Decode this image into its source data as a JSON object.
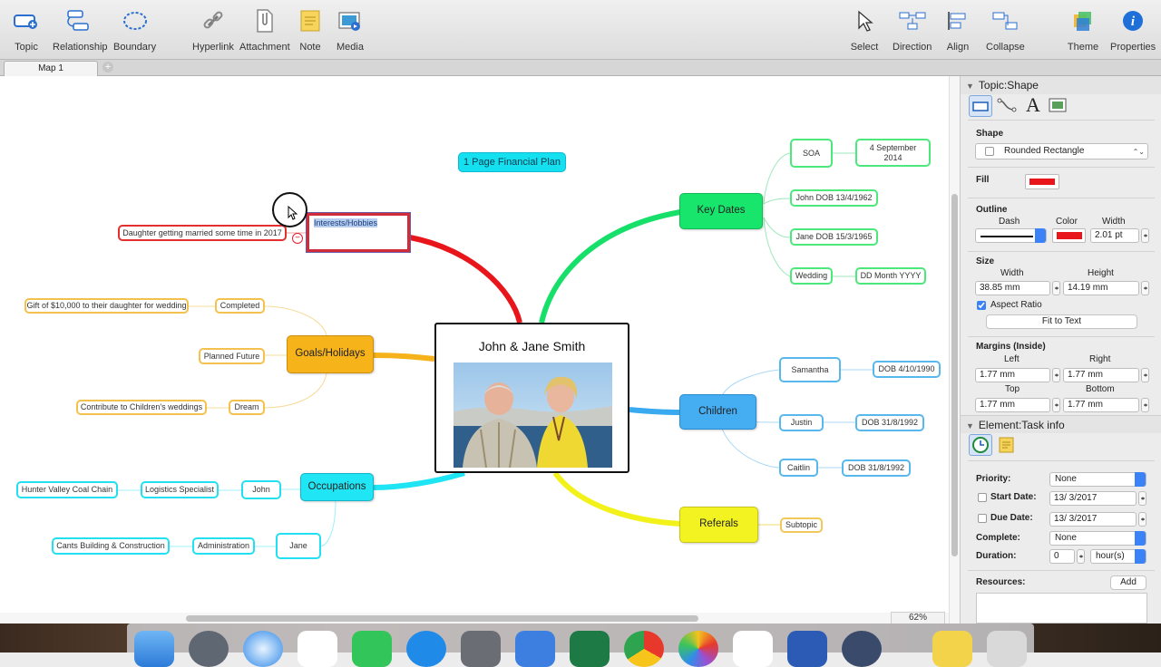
{
  "toolbar": {
    "left": [
      {
        "label": "Topic",
        "icon": "topic-icon"
      },
      {
        "label": "Relationship",
        "icon": "relationship-icon"
      },
      {
        "label": "Boundary",
        "icon": "boundary-icon"
      },
      {
        "label": "Hyperlink",
        "icon": "hyperlink-icon"
      },
      {
        "label": "Attachment",
        "icon": "attachment-icon"
      },
      {
        "label": "Note",
        "icon": "note-icon"
      },
      {
        "label": "Media",
        "icon": "media-icon"
      }
    ],
    "right": [
      {
        "label": "Select",
        "icon": "select-icon"
      },
      {
        "label": "Direction",
        "icon": "direction-icon"
      },
      {
        "label": "Align",
        "icon": "align-icon"
      },
      {
        "label": "Collapse",
        "icon": "collapse-icon"
      },
      {
        "label": "Theme",
        "icon": "theme-icon"
      },
      {
        "label": "Properties",
        "icon": "properties-icon"
      }
    ]
  },
  "tabs": [
    {
      "label": "Map 1",
      "active": true
    }
  ],
  "map": {
    "central": {
      "title": "John & Jane Smith",
      "image": "photo of couple by the sea"
    },
    "floating_topic": "1 Page Financial Plan",
    "selected_topic": "Interests/Hobbies",
    "main_topics": {
      "key_dates": "Key Dates",
      "children": "Children",
      "referals": "Referals",
      "goals": "Goals/Holidays",
      "occupations": "Occupations"
    },
    "subtopics": {
      "soa": "SOA",
      "soa_date": "4 September 2014",
      "john_dob": "John DOB  13/4/1962",
      "jane_dob": "Jane DOB  15/3/1965",
      "wedding": "Wedding",
      "wedding_date": "DD Month YYYY",
      "samantha": "Samantha",
      "samantha_dob": "DOB  4/10/1990",
      "justin": "Justin",
      "justin_dob": "DOB  31/8/1992",
      "caitlin": "Caitlin",
      "caitlin_dob": "DOB  31/8/1992",
      "referal_sub": "Subtopic",
      "completed": "Completed",
      "gift": "Gift of $10,000 to their daughter for wedding",
      "planned_future": "Planned Future",
      "dream": "Dream",
      "contribute": "Contribute to Children's weddings",
      "john": "John",
      "logistics": "Logistics Specialist",
      "hunter": "Hunter Valley Coal Chain",
      "jane": "Jane",
      "admin": "Administration",
      "cants": "Cants Building & Construction",
      "daughter": "Daughter getting married some time in 2017"
    }
  },
  "zoom": "62%",
  "panel": {
    "shape_header": "Topic:Shape",
    "shape_label": "Shape",
    "shape_value": "Rounded Rectangle",
    "fill_label": "Fill",
    "outline_label": "Outline",
    "dash_label": "Dash",
    "color_label": "Color",
    "width_label": "Width",
    "outline_width": "2.01 pt",
    "size_label": "Size",
    "size_width_label": "Width",
    "size_height_label": "Height",
    "size_width": "38.85 mm",
    "size_height": "14.19 mm",
    "aspect_label": "Aspect Ratio",
    "fit_label": "Fit to Text",
    "margins_label": "Margins (Inside)",
    "left_label": "Left",
    "right_label": "Right",
    "top_label": "Top",
    "bottom_label": "Bottom",
    "margin_left": "1.77 mm",
    "margin_right": "1.77 mm",
    "margin_top": "1.77 mm",
    "margin_bottom": "1.77 mm",
    "task_header": "Element:Task info",
    "priority_label": "Priority:",
    "priority_value": "None",
    "start_label": "Start Date:",
    "start_value": "13/  3/2017",
    "due_label": "Due Date:",
    "due_value": "13/  3/2017",
    "complete_label": "Complete:",
    "complete_value": "None",
    "duration_label": "Duration:",
    "duration_value": "0",
    "duration_unit": "hour(s)",
    "resources_label": "Resources:",
    "add_label": "Add"
  },
  "colors": {
    "fill": "#e8161a",
    "outline": "#e8161a",
    "branch_key_dates": "#16e06a",
    "branch_children": "#3aaaf0",
    "branch_referals": "#f2f21a",
    "branch_goals": "#f5b21a",
    "branch_occupations": "#1ee4f4",
    "branch_interests": "#e8161a"
  }
}
